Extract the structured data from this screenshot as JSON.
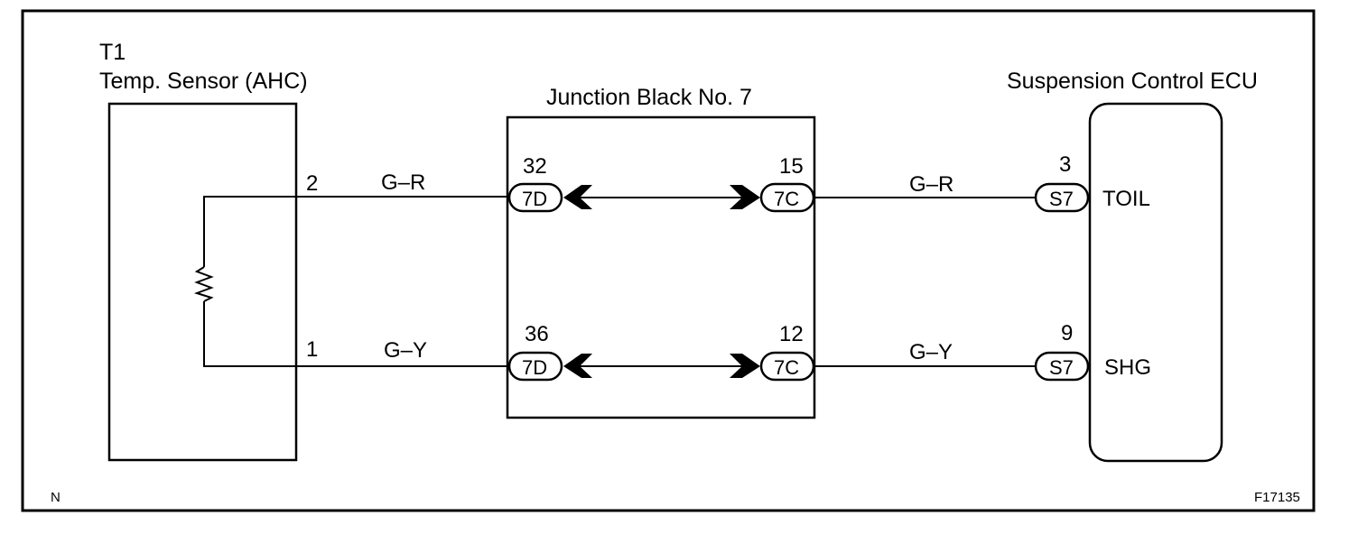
{
  "sensor": {
    "code": "T1",
    "name": "Temp. Sensor (AHC)",
    "pin_top": "2",
    "pin_bottom": "1"
  },
  "junction": {
    "title": "Junction Black No. 7",
    "top_left_pin": "32",
    "top_left_connector": "7D",
    "top_right_pin": "15",
    "top_right_connector": "7C",
    "bottom_left_pin": "36",
    "bottom_left_connector": "7D",
    "bottom_right_pin": "12",
    "bottom_right_connector": "7C"
  },
  "ecu": {
    "title": "Suspension Control ECU",
    "top_pin": "3",
    "top_connector": "S7",
    "top_terminal": "TOIL",
    "bottom_pin": "9",
    "bottom_connector": "S7",
    "bottom_terminal": "SHG"
  },
  "wires": {
    "top_left_color": "G–R",
    "top_right_color": "G–R",
    "bottom_left_color": "G–Y",
    "bottom_right_color": "G–Y"
  },
  "corner_left": "N",
  "figure_code": "F17135"
}
